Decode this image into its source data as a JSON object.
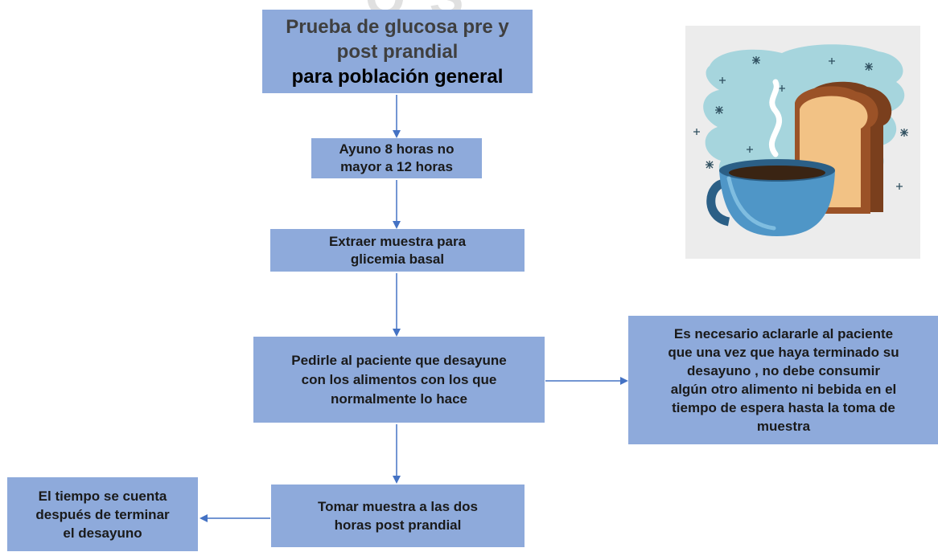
{
  "flow": {
    "title": {
      "line1": "Prueba de glucosa pre y",
      "line2": "post prandial",
      "line3": "para población general"
    },
    "step_fasting": {
      "line1": "Ayuno 8 horas no",
      "line2": "mayor a 12 horas"
    },
    "step_sample_basal": {
      "line1": "Extraer muestra para",
      "line2": "glicemia  basal"
    },
    "step_breakfast": {
      "line1": "Pedirle al paciente que desayune",
      "line2": "con los alimentos con los que",
      "line3": "normalmente lo hace"
    },
    "note_instructions": {
      "line1": "Es necesario aclararle al paciente",
      "line2": "que una vez que haya terminado  su",
      "line3": "desayuno ,  no debe consumir",
      "line4": "algún otro alimento ni bebida en el",
      "line5": "tiempo de espera hasta la toma de",
      "line6": "muestra"
    },
    "step_postprandial": {
      "line1": "Tomar muestra a las dos",
      "line2": "horas post prandial"
    },
    "note_timing": {
      "line1": "El tiempo se cuenta",
      "line2": "después de terminar",
      "line3": "el desayuno"
    }
  },
  "illustration": {
    "icon": "coffee-and-toast-icon"
  },
  "colors": {
    "box_fill": "#8eaadb",
    "arrow": "#4472c4",
    "text": "#1a1a1a",
    "title_line_muted": "#3f3f3f"
  }
}
